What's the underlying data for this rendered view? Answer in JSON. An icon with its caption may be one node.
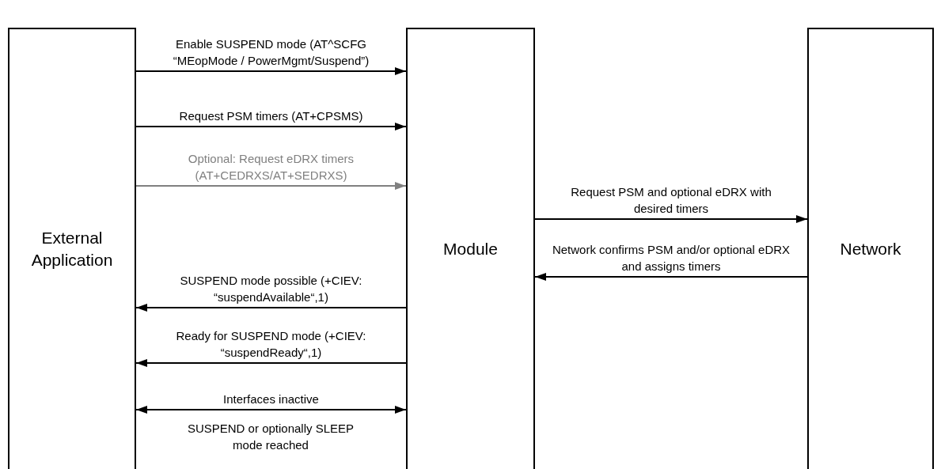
{
  "diagram": {
    "nodes": [
      {
        "text": [
          "External Application"
        ]
      },
      {
        "text": [
          "Module"
        ]
      },
      {
        "text": [
          "Network"
        ]
      }
    ],
    "edges": [
      {
        "from": 0,
        "to": 1,
        "arrow": "to",
        "label": "Enable SUSPEND mode (AT^SCFG “MEopMode / PowerMgmt/Suspend”)"
      },
      {
        "from": 0,
        "to": 1,
        "arrow": "to",
        "label": "Request PSM timers (AT+CPSMS)"
      },
      {
        "from": 0,
        "to": 1,
        "arrow": "to",
        "label": "Optional: Request eDRX timers (AT+CEDRXS/AT+SEDRXS)",
        "color": "#808080"
      },
      {
        "from": 1,
        "to": 2,
        "arrow": "to",
        "label": "Request PSM and optional eDRX with desired timers"
      },
      {
        "from": 2,
        "to": 1,
        "arrow": "to",
        "label": "Network confirms PSM and/or optional eDRX and assigns timers"
      },
      {
        "from": 1,
        "to": 0,
        "arrow": "to",
        "label": "SUSPEND mode possible (+CIEV: “suspendAvailable“,1)"
      },
      {
        "from": 1,
        "to": 0,
        "arrow": "to",
        "label": "Ready for SUSPEND mode (+CIEV: “suspendReady“,1)"
      },
      {
        "from": 0,
        "to": 1,
        "arrow": "both",
        "label": "Interfaces inactive"
      }
    ],
    "labels": [
      "SUSPEND or optionally SLEEP mode reached"
    ]
  }
}
